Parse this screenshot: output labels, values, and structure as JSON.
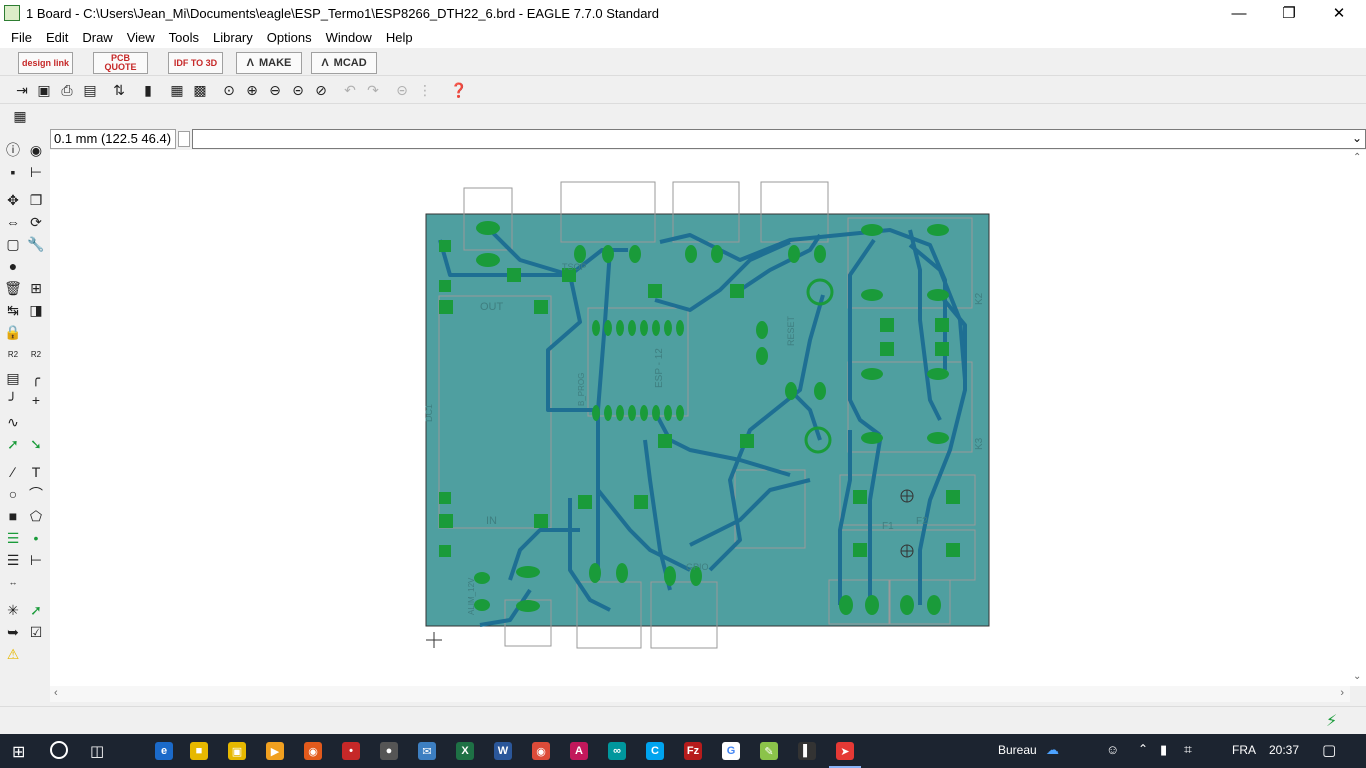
{
  "window": {
    "title": "1 Board - C:\\Users\\Jean_Mi\\Documents\\eagle\\ESP_Termo1\\ESP8266_DTH22_6.brd - EAGLE 7.7.0 Standard"
  },
  "menu": [
    "File",
    "Edit",
    "Draw",
    "View",
    "Tools",
    "Library",
    "Options",
    "Window",
    "Help"
  ],
  "toolbar": {
    "design_link": "design link",
    "pcb_quote": "PCB QUOTE",
    "idf": "IDF TO 3D",
    "make": "MAKE",
    "mcad": "MCAD"
  },
  "command": {
    "coordinates": "0.1 mm (122.5 46.4)",
    "value": ""
  },
  "board": {
    "labels": [
      "OUT",
      "IN",
      "TSOP",
      "ESP - 12",
      "RESET",
      "DC1",
      "F1",
      "F2",
      "K2",
      "K3",
      "ALIM_12V",
      "GPIO",
      "B_PROG"
    ],
    "colors": {
      "board_fill": "#4f9fa0",
      "trace": "#1e6f93",
      "pad": "#1a9b3a",
      "outline": "#9a9a9a"
    }
  },
  "taskbar": {
    "desktop": "Bureau",
    "lang": "FRA",
    "time": "20:37"
  }
}
